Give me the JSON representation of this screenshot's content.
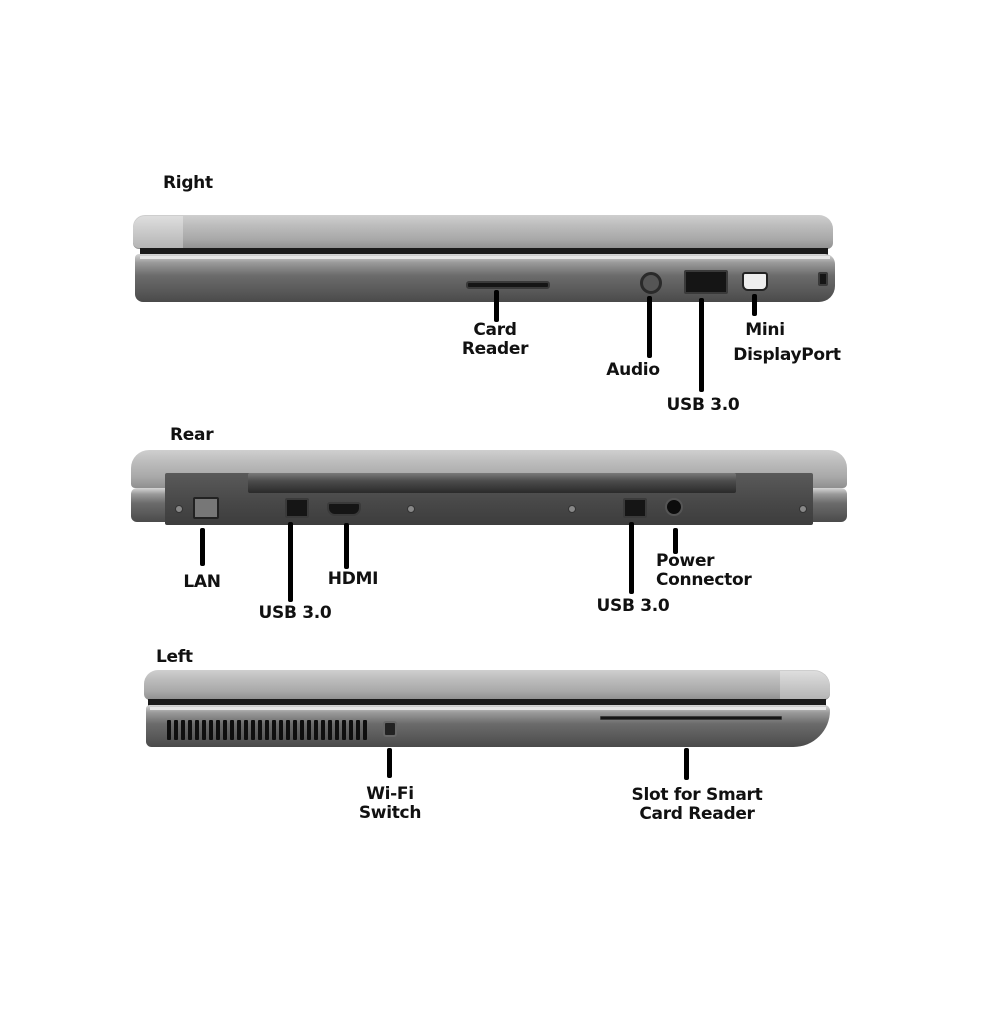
{
  "sections": {
    "right": {
      "title": "Right",
      "labels": {
        "card_reader": [
          "Card",
          "Reader"
        ],
        "audio": "Audio",
        "usb": "USB 3.0",
        "mini_dp": [
          "Mini",
          "DisplayPort"
        ]
      }
    },
    "rear": {
      "title": "Rear",
      "labels": {
        "lan": "LAN",
        "usb_left": "USB 3.0",
        "hdmi": "HDMI",
        "usb_right": "USB 3.0",
        "power": [
          "Power",
          "Connector"
        ]
      }
    },
    "left": {
      "title": "Left",
      "labels": {
        "wifi": [
          "Wi-Fi",
          "Switch"
        ],
        "smart_card": [
          "Slot for Smart",
          "Card Reader"
        ]
      }
    }
  },
  "colors": {
    "background": "#ffffff",
    "label_text": "#111111",
    "leader_line": "#000000",
    "chassis_light": "#c4c4c4",
    "chassis_dark": "#4a4a4a"
  }
}
